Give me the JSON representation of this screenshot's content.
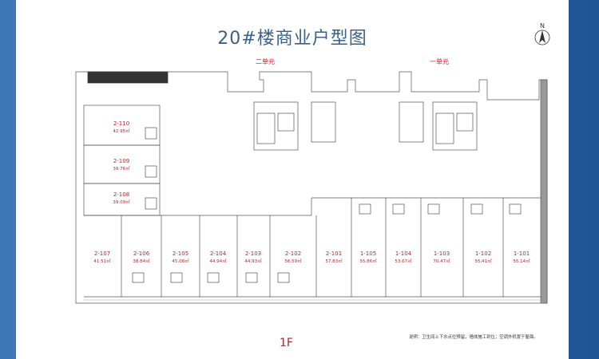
{
  "title": "20#楼商业户型图",
  "compass": "N",
  "units_top": {
    "left": "二单元",
    "right": "一单元"
  },
  "floor": "1F",
  "note": "说明：卫生间上下水点位预留，墙体施工到位；空调外机置于屋面。",
  "rooms_left": [
    {
      "code": "2-110",
      "area": "42.95㎡"
    },
    {
      "code": "2-109",
      "area": "39.76㎡"
    },
    {
      "code": "2-108",
      "area": "39.09㎡"
    }
  ],
  "rooms_bottom": [
    {
      "code": "2-107",
      "area": "41.51㎡"
    },
    {
      "code": "2-106",
      "area": "38.84㎡"
    },
    {
      "code": "2-105",
      "area": "45.08㎡"
    },
    {
      "code": "2-104",
      "area": "44.94㎡"
    },
    {
      "code": "2-103",
      "area": "44.93㎡"
    },
    {
      "code": "2-102",
      "area": "56.59㎡"
    },
    {
      "code": "2-101",
      "area": "57.83㎡"
    },
    {
      "code": "1-105",
      "area": "55.86㎡"
    },
    {
      "code": "1-104",
      "area": "53.67㎡"
    },
    {
      "code": "1-103",
      "area": "70.47㎡"
    },
    {
      "code": "1-102",
      "area": "55.41㎡"
    },
    {
      "code": "1-101",
      "area": "55.14㎡"
    }
  ]
}
